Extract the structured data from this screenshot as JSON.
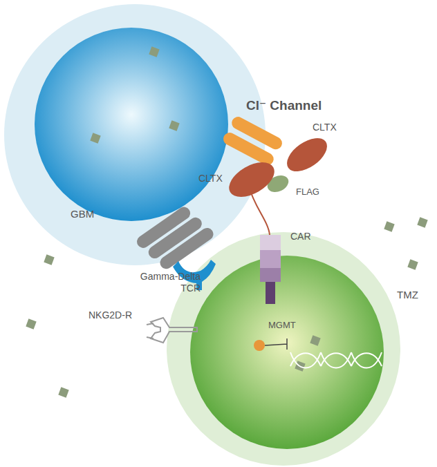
{
  "diagram": {
    "nodes": [
      {
        "text": [
          "GBM"
        ]
      },
      {
        "text": [
          "MGMT"
        ]
      }
    ],
    "labels": [
      "Cl⁻ Channel",
      "CLTX",
      "CLTX",
      "FLAG",
      "CAR",
      "Gamma-Delta TCR",
      "NKG2D-R",
      "TMZ"
    ]
  }
}
